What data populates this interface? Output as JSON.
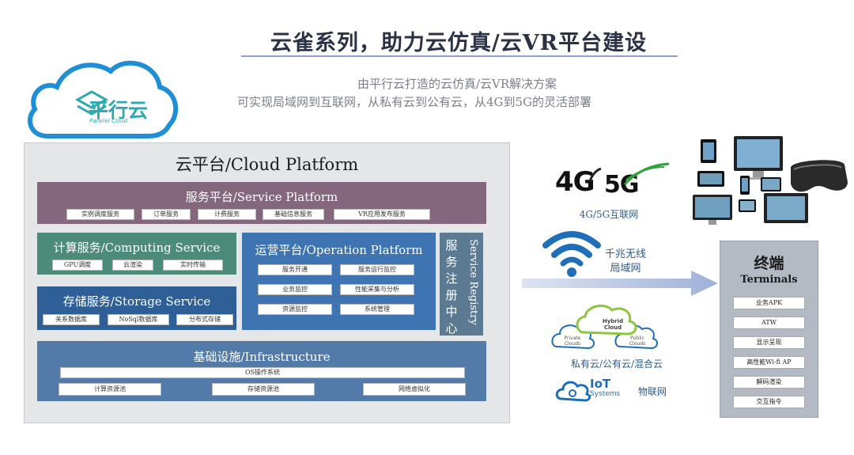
{
  "header": {
    "title": "云雀系列，助力云仿真/云VR平台建设",
    "subtitle_1": "由平行云打造的云仿真/云VR解决方案",
    "subtitle_2": "可实现局域网到互联网，从私有云到公有云，从4G到5G的灵活部署"
  },
  "logo": {
    "text": "平行云",
    "subtext": "Parallel Cloud"
  },
  "cloud_platform": {
    "title": "云平台/Cloud Platform",
    "service_platform": {
      "title": "服务平台/Service Platform",
      "items": [
        "实例调度服务",
        "订单服务",
        "计费服务",
        "基础信息服务",
        "VR应用发布服务"
      ]
    },
    "computing": {
      "title": "计算服务/Computing Service",
      "items": [
        "GPU调度",
        "云渲染",
        "实时传输"
      ]
    },
    "storage": {
      "title": "存储服务/Storage Service",
      "items": [
        "关系数据库",
        "NoSql数据库",
        "分布式存储"
      ]
    },
    "operation": {
      "title": "运营平台/Operation Platform",
      "items": [
        "服务开通",
        "服务运行监控",
        "业务监控",
        "性能采集与分析",
        "资源监控",
        "系统管理"
      ]
    },
    "registry": {
      "cn": "服务注册中心",
      "en": "Service Registry"
    },
    "infrastructure": {
      "title": "基础设施/Infrastructure",
      "os": "OS操作系统",
      "items": [
        "计算资源池",
        "存储资源池",
        "网络虚拟化"
      ]
    }
  },
  "network": {
    "logo_4g": "4G",
    "logo_5g": "5G",
    "label_4g5g": "4G/5G互联网",
    "wifi_1": "千兆无线",
    "wifi_2": "局域网",
    "cloud_private_1": "Private",
    "cloud_private_2": "Clouds",
    "cloud_hybrid_1": "Hybrid",
    "cloud_hybrid_2": "Cloud",
    "cloud_public_1": "Public",
    "cloud_public_2": "Clouds",
    "cloud_label": "私有云/公有云/混合云",
    "iot_1": "IoT",
    "iot_2": "Systems",
    "iot_label": "物联网"
  },
  "terminals": {
    "title_cn": "终端",
    "title_en": "Terminals",
    "items": [
      "业务APK",
      "ATW",
      "显示呈现",
      "高性能Wi-fi AP",
      "解码渲染",
      "交互指令"
    ]
  },
  "colors": {
    "service": "#84677c",
    "computing": "#4c8a79",
    "storage": "#2e5f96",
    "operation": "#3f74b2",
    "registry": "#5c7a92",
    "infrastructure": "#527ba9",
    "accent_blue": "#1e6fb8",
    "logo_teal": "#2da7b0"
  }
}
